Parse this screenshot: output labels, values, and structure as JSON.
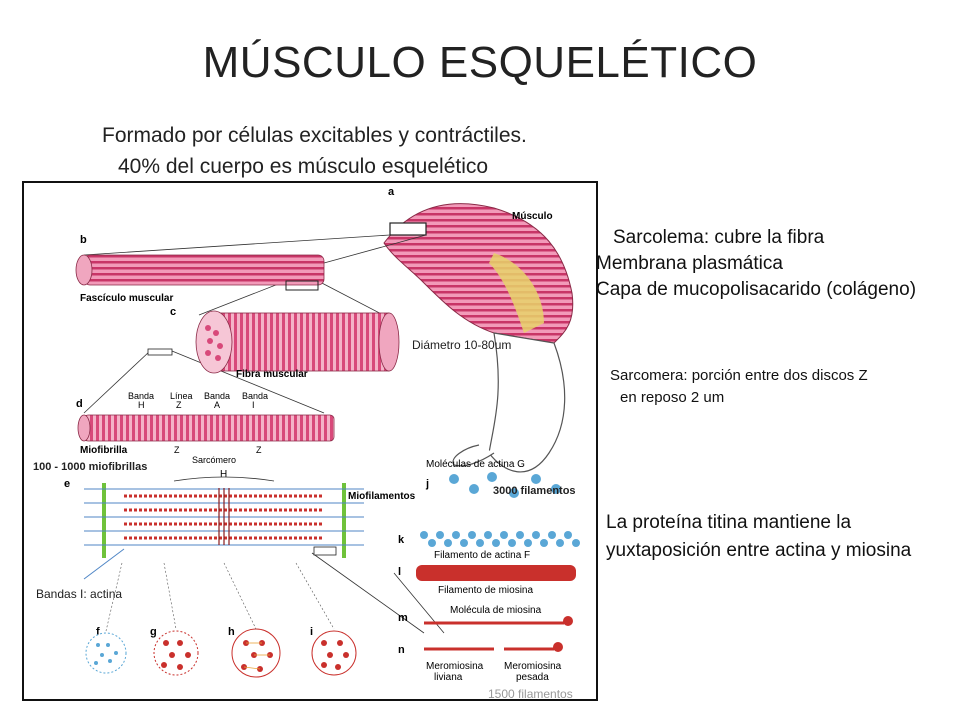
{
  "slide": {
    "title": "MÚSCULO ESQUELÉTICO",
    "subtitle1": "Formado por células excitables y contráctiles.",
    "subtitle2": "40% del cuerpo es músculo esquelético"
  },
  "notes": {
    "sarcolema": "Sarcolema: cubre la fibra",
    "bullet1_dash": "-",
    "bullet1": "Membrana plasmática",
    "bullet2_dash": "-",
    "bullet2": "Capa de mucopolisacarido (colágeno)",
    "sarcomera1": "Sarcomera:  porción entre dos discos Z",
    "sarcomera2": "en reposo 2 um",
    "titina1": "La proteína titina mantiene la",
    "titina2": "yuxtaposición entre actina y miosina"
  },
  "annotations": {
    "diametro": "Diámetro 10-80um",
    "miofibrillas": "100  - 1000 miofibrillas",
    "filamentos3000": "3000 filamentos",
    "bandas": "Bandas I: actina",
    "filamentos1500": "1500 filamentos"
  },
  "figure_labels": {
    "a": "a",
    "b": "b",
    "c": "c",
    "d": "d",
    "e": "e",
    "f": "f",
    "g": "g",
    "h_panel": "h",
    "i_panel": "i",
    "j": "j",
    "k": "k",
    "l": "l",
    "m": "m",
    "n": "n",
    "musculo": "Músculo",
    "fasciculo": "Fascículo muscular",
    "fibra": "Fibra muscular",
    "miofibrilla": "Miofibrilla",
    "banda_h1": "Banda",
    "banda_h2": "H",
    "linea_z1": "Línea",
    "linea_z2": "Z",
    "banda_a1": "Banda",
    "banda_a2": "A",
    "banda_i1": "Banda",
    "banda_i2": "I",
    "z_left": "Z",
    "z_right": "Z",
    "sarcomero": "Sarcómero",
    "h_label": "H",
    "miofilamentos": "Miofilamentos",
    "actina_g": "Moléculas de actina G",
    "actina_f": "Filamento de actina F",
    "fil_miosina": "Filamento de miosina",
    "mol_miosina": "Molécula de miosina",
    "meromiosina_liviana1": "Meromiosina",
    "meromiosina_liviana2": "liviana",
    "meromiosina_pesada1": "Meromiosina",
    "meromiosina_pesada2": "pesada"
  },
  "colors": {
    "muscle": "#d8497a",
    "muscle_light": "#f0a6bf",
    "tendon": "#e8d36a",
    "actin_blue": "#5aa7d6",
    "myosin_red": "#c9302c",
    "line_blue": "#4f86c6",
    "green_z": "#6fc23a"
  }
}
